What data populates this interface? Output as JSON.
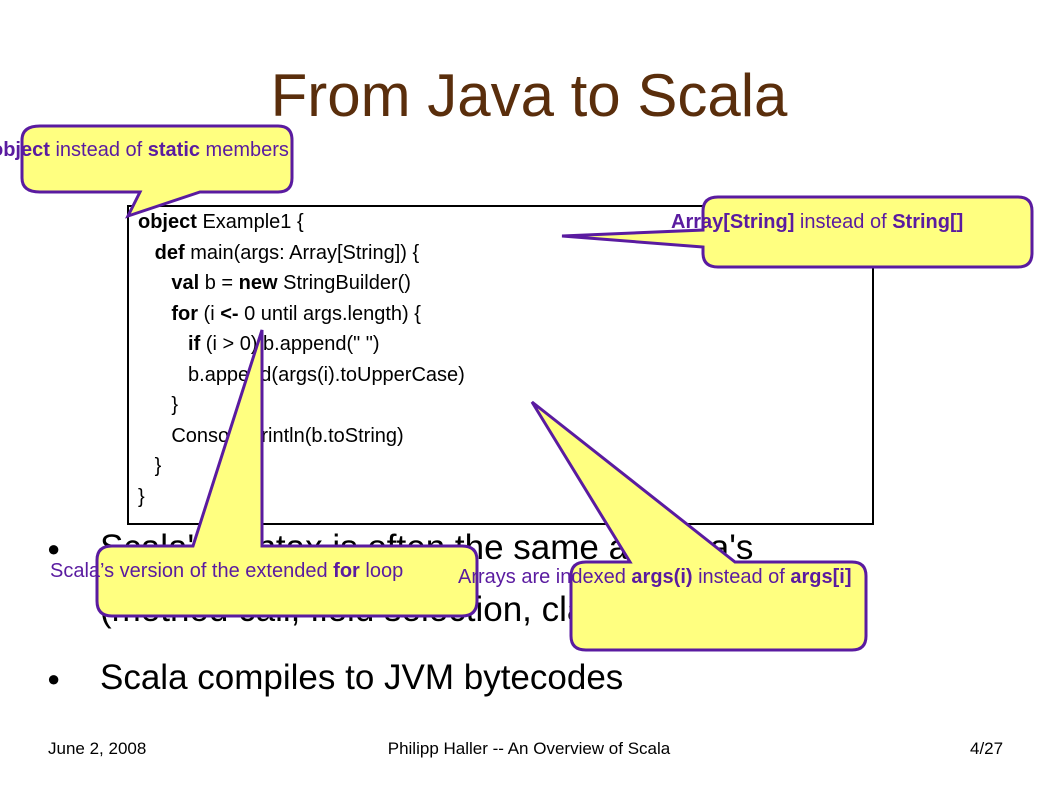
{
  "slide": {
    "title": "From Java to Scala"
  },
  "code": {
    "lines": [
      [
        {
          "t": "object",
          "b": true
        },
        {
          "t": " Example1 {",
          "b": false
        }
      ],
      [
        {
          "t": "   def",
          "b": true
        },
        {
          "t": " main(args: Array[String]) {",
          "b": false
        }
      ],
      [
        {
          "t": "      val",
          "b": true
        },
        {
          "t": " b = ",
          "b": false
        },
        {
          "t": "new",
          "b": true
        },
        {
          "t": " StringBuilder()",
          "b": false
        }
      ],
      [
        {
          "t": "      for",
          "b": true
        },
        {
          "t": " (i ",
          "b": false
        },
        {
          "t": "<-",
          "b": true
        },
        {
          "t": " 0 until args.length) {",
          "b": false
        }
      ],
      [
        {
          "t": "         if",
          "b": true
        },
        {
          "t": " (i > 0) b.append(\" \")",
          "b": false
        }
      ],
      [
        {
          "t": "         b.append(args(i).toUpperCase)",
          "b": false
        }
      ],
      [
        {
          "t": "      }",
          "b": false
        }
      ],
      [
        {
          "t": "      Console.println(b.toString)",
          "b": false
        }
      ],
      [
        {
          "t": "   }",
          "b": false
        }
      ],
      [
        {
          "t": "}",
          "b": false
        }
      ]
    ]
  },
  "bullets": {
    "item1_line1": "Scala's syntax is often the same as Java's",
    "item1_line2": "(method call, field selection, class instance)",
    "item2": "Scala compiles to JVM bytecodes",
    "marker": "●"
  },
  "callouts": {
    "object_note": [
      {
        "t": "object",
        "b": true
      },
      {
        "t": " instead of ",
        "b": false
      },
      {
        "t": "static",
        "b": true
      },
      {
        "t": " members",
        "b": false
      }
    ],
    "array_note": [
      {
        "t": "Array[String]",
        "b": true
      },
      {
        "t": " instead of ",
        "b": false
      },
      {
        "t": "String[]",
        "b": true
      }
    ],
    "for_note": [
      {
        "t": "Scala’s version of the extended ",
        "b": false
      },
      {
        "t": "for",
        "b": true
      },
      {
        "t": " loop",
        "b": false
      }
    ],
    "index_note": [
      {
        "t": "Arrays are indexed ",
        "b": false
      },
      {
        "t": "args(i)",
        "b": true
      },
      {
        "t": " instead of ",
        "b": false
      },
      {
        "t": "args[i]",
        "b": true
      }
    ],
    "fill_color": "#ffff80",
    "border_color": "#5a1ba0",
    "text_color": "#5a1ba0"
  },
  "footer": {
    "date": "June 2, 2008",
    "center": "Philipp Haller -- An Overview of Scala",
    "page": "4/27"
  },
  "colors": {
    "title": "#5a2e0c"
  }
}
